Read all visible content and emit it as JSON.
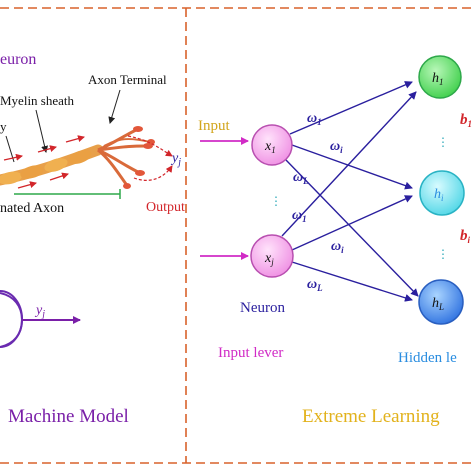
{
  "colors": {
    "frame": "#d9622b",
    "input_neuron": "#f3a7ec",
    "input_neuron_stroke": "#b84fb0",
    "hidden_top": "#5fdc6a",
    "hidden_mid": "#68e3ec",
    "hidden_bottom": "#3f86e8",
    "connection": "#2a1f9e",
    "label_purple": "#7a1fa8",
    "label_magenta": "#d12bc6",
    "label_blue": "#2a8de0",
    "label_gold": "#e2b21c",
    "label_red": "#d2262b",
    "axon_body": "#e69a2e"
  },
  "bio": {
    "title": "euron",
    "axon_terminal": "Axon Terminal",
    "myelin_sheath": "Myelin sheath",
    "y_fragment": "y",
    "myelinated_axon": "nated Axon",
    "output": "Output",
    "output_symbol": "y",
    "output_sub": "j"
  },
  "model": {
    "output_symbol": "y",
    "output_sub": "j",
    "caption": "Machine Model"
  },
  "elm": {
    "input_label": "Input",
    "neuron_x1": "x",
    "neuron_x1_sub": "1",
    "neuron_xj": "x",
    "neuron_xj_sub": "j",
    "w1_top": "ω",
    "w1_top_sub": "1",
    "wi_top": "ω",
    "wi_top_sub": "i",
    "wL_top": "ω",
    "wL_top_sub": "L",
    "w1_bot": "ω",
    "w1_bot_sub": "1",
    "wi_bot": "ω",
    "wi_bot_sub": "i",
    "wL_bot": "ω",
    "wL_bot_sub": "L",
    "neuron_caption": "Neuron",
    "input_lever": "Input lever",
    "hidden_h1": "h",
    "hidden_h1_sub": "1",
    "hidden_hi": "h",
    "hidden_hi_sub": "i",
    "hidden_hL": "h",
    "hidden_hL_sub": "L",
    "b1": "b",
    "b1_sub": "1",
    "bi": "b",
    "bi_sub": "i",
    "hidden_lever": "Hidden le",
    "caption": "Extreme Learning"
  }
}
